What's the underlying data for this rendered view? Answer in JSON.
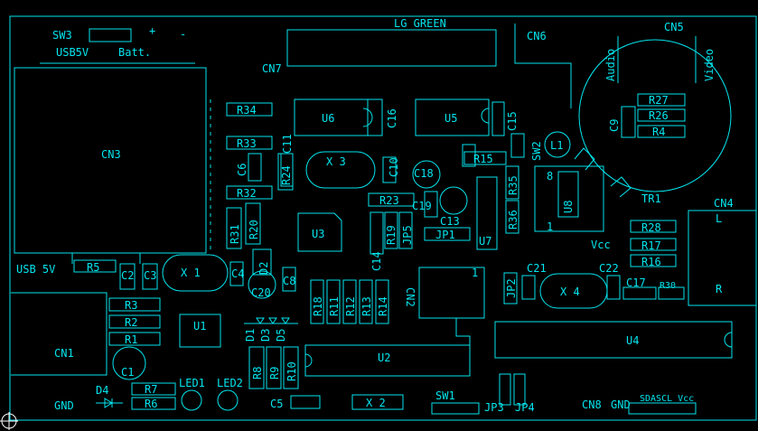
{
  "board": {
    "labels": {
      "sw3": "SW3",
      "usb5v_top": "USB5V",
      "batt": "Batt.",
      "plus": "+",
      "minus": "-",
      "lg_green": "LG_GREEN",
      "cn6": "CN6",
      "cn5": "CN5",
      "audio": "Audio",
      "video": "Video",
      "cn7": "CN7",
      "cn3": "CN3",
      "r34": "R34",
      "u6": "U6",
      "c16": "C16",
      "u5": "U5",
      "c15": "C15",
      "r27": "R27",
      "r26": "R26",
      "r4": "R4",
      "c9": "C9",
      "r33": "R33",
      "c11": "C11",
      "c6": "C6",
      "r24": "R24",
      "x3": "X 3",
      "c10": "C10",
      "c18": "C18",
      "r15": "R15",
      "r35": "R35",
      "sw2": "SW2",
      "l1": "L1",
      "eight": "8",
      "u8": "U8",
      "r32": "R32",
      "r23": "R23",
      "c19": "C19",
      "r36": "R36",
      "tr1": "TR1",
      "cn4": "CN4",
      "l": "L",
      "r31": "R31",
      "r20": "R20",
      "u3": "U3",
      "c14": "C14",
      "r19": "R19",
      "jp5": "JP5",
      "c13": "C13",
      "jp1": "JP1",
      "u7": "U7",
      "one_u8": "1",
      "r28": "R28",
      "vcc": "Vcc",
      "r17": "R17",
      "r16": "R16",
      "usb5v_left": "USB 5V",
      "r5": "R5",
      "c2": "C2",
      "c3": "C3",
      "x1": "X 1",
      "c4": "C4",
      "d2": "D2",
      "c20": "C20",
      "c8": "C8",
      "r18": "R18",
      "r11": "R11",
      "r12": "R12",
      "r13": "R13",
      "r14": "R14",
      "cn2": "CN2",
      "one_cn2": "1",
      "jp2": "JP2",
      "c21": "C21",
      "x4": "X 4",
      "c22": "C22",
      "c17": "C17",
      "r30": "R30",
      "r_label": "R",
      "r3": "R3",
      "r2": "R2",
      "r1": "R1",
      "u1": "U1",
      "d1": "D1",
      "d3": "D3",
      "d5": "D5",
      "u4": "U4",
      "cn1": "CN1",
      "c1": "C1",
      "r8": "R8",
      "r9": "R9",
      "r10": "R10",
      "u2": "U2",
      "d4": "D4",
      "r7": "R7",
      "led1": "LED1",
      "led2": "LED2",
      "r6": "R6",
      "gnd_left": "GND",
      "c5": "C5",
      "x2": "X 2",
      "sw1": "SW1",
      "jp3": "JP3",
      "jp4": "JP4",
      "cn8": "CN8",
      "gnd_cn8": "GND",
      "sda_scl_vcc": "SDASCL Vcc"
    }
  },
  "colors": {
    "trace": "#00e5ee",
    "background": "#000000"
  }
}
